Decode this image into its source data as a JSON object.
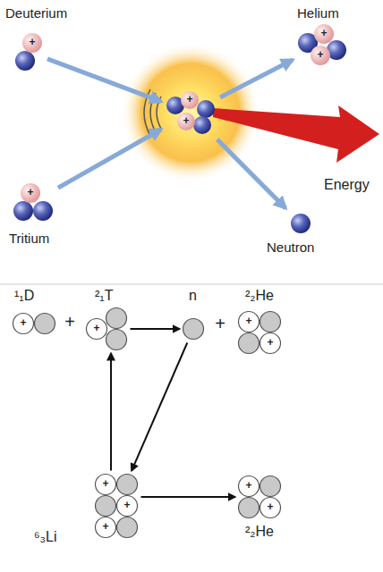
{
  "diagram": {
    "nodes": [
      {
        "text": [
          "Deuterium",
          "+"
        ]
      },
      {
        "text": [
          "Helium",
          "+",
          "+"
        ]
      },
      {
        "text": [
          "+",
          "+"
        ]
      },
      {
        "text": [
          "Tritium",
          "+"
        ]
      },
      {
        "text": [
          "Neutron"
        ]
      },
      {
        "text": [
          "¹₁D",
          "+"
        ]
      },
      {
        "text": [
          "²₁T",
          "+"
        ]
      },
      {
        "text": [
          "n"
        ]
      },
      {
        "text": [
          "²₂He",
          "+",
          "+"
        ]
      },
      {
        "text": [
          "⁶₃Li",
          "+",
          "+",
          "+"
        ]
      },
      {
        "text": [
          "²₂He",
          "+",
          "+"
        ]
      }
    ],
    "edges": [
      {
        "from": 0,
        "to": 2,
        "arrow": "to"
      },
      {
        "from": 3,
        "to": 2,
        "arrow": "to"
      },
      {
        "from": 2,
        "to": 1,
        "arrow": "to"
      },
      {
        "from": 2,
        "to": 4,
        "arrow": "to"
      },
      {
        "from": 6,
        "to": 7,
        "arrow": "to"
      },
      {
        "from": 7,
        "to": 9,
        "arrow": "to"
      },
      {
        "from": 9,
        "to": 6,
        "arrow": "to"
      },
      {
        "from": 9,
        "to": 10,
        "arrow": "to"
      }
    ],
    "labels": [
      "Energy",
      "+",
      "+"
    ]
  }
}
